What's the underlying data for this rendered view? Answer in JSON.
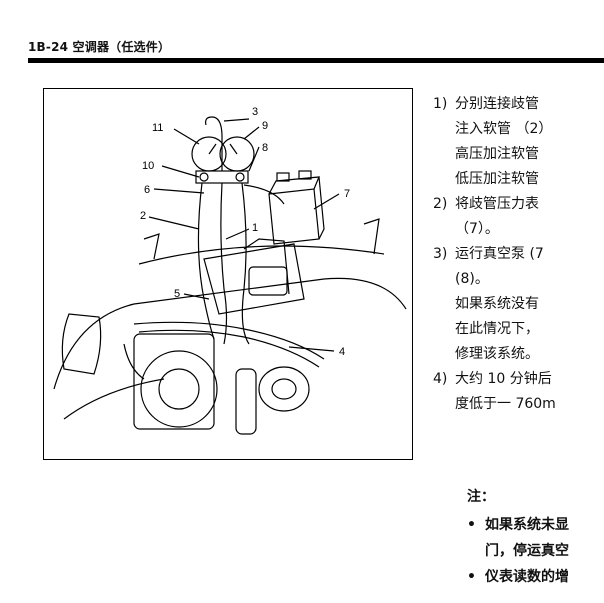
{
  "header": {
    "title": "1B-24 空调器（任选件）"
  },
  "figure": {
    "labels": [
      "1",
      "2",
      "3",
      "4",
      "5",
      "6",
      "7",
      "8",
      "9",
      "10",
      "11"
    ]
  },
  "steps": [
    {
      "num": "1)",
      "lines": [
        "分别连接歧管",
        "注入软管 （2）",
        "高压加注软管",
        "低压加注软管"
      ]
    },
    {
      "num": "2)",
      "lines": [
        "将歧管压力表",
        "（7）。"
      ]
    },
    {
      "num": "3)",
      "lines": [
        "运行真空泵 (7",
        "(8)。"
      ]
    },
    {
      "num": "",
      "lines": [
        "如果系统没有",
        "在此情况下，",
        "修理该系统。"
      ]
    },
    {
      "num": "4)",
      "lines": [
        "大约 10 分钟后",
        "度低于一 760m"
      ]
    }
  ],
  "note": {
    "title": "注：",
    "bullets": [
      {
        "lines": [
          "如果系统未显",
          "门，停运真空"
        ]
      },
      {
        "lines": [
          "仪表读数的增"
        ]
      }
    ]
  }
}
